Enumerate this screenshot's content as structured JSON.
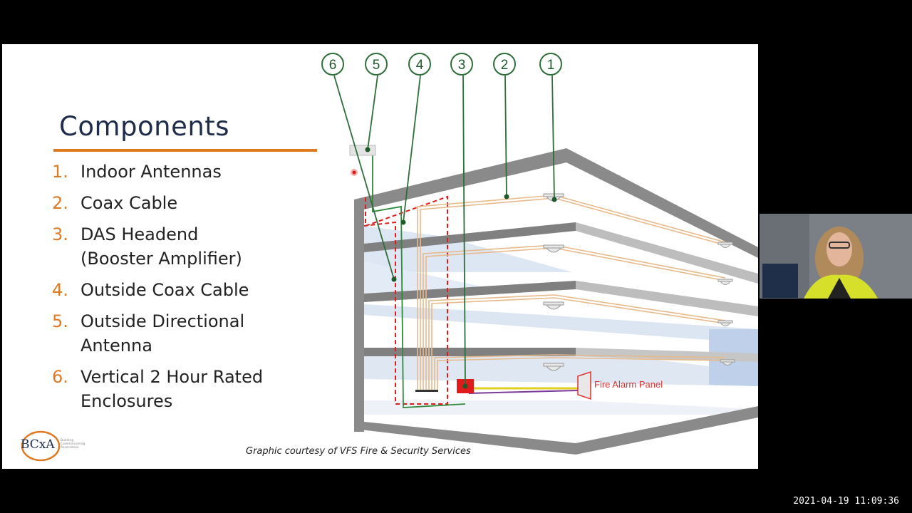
{
  "slide": {
    "title": "Components",
    "items": [
      {
        "num": "1.",
        "lines": [
          "Indoor Antennas"
        ]
      },
      {
        "num": "2.",
        "lines": [
          "Coax Cable"
        ]
      },
      {
        "num": "3.",
        "lines": [
          "DAS Headend",
          "(Booster Amplifier)"
        ]
      },
      {
        "num": "4.",
        "lines": [
          "Outside Coax Cable"
        ]
      },
      {
        "num": "5.",
        "lines": [
          "Outside Directional",
          "Antenna"
        ]
      },
      {
        "num": "6.",
        "lines": [
          "Vertical 2 Hour Rated",
          "Enclosures"
        ]
      }
    ],
    "credit": "Graphic courtesy of VFS Fire & Security Services",
    "logo_text": "BCxA",
    "logo_sub": "Building Commissioning Association"
  },
  "diagram": {
    "callouts": [
      "6",
      "5",
      "4",
      "3",
      "2",
      "1"
    ],
    "panel_label": "Fire Alarm Panel"
  },
  "timestamp": "2021-04-19  11:09:36",
  "colors": {
    "accent": "#e07a22",
    "title": "#1f2d4a",
    "callout_green": "#2f6e3a",
    "fire_red": "#e01b1b",
    "coax": "#e8b98a"
  }
}
